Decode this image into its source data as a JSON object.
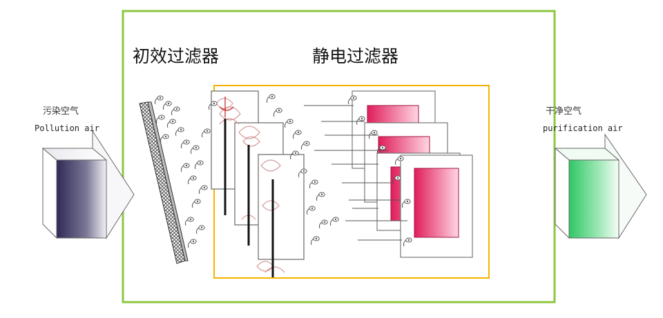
{
  "labels": {
    "primary_filter": "初效过滤器",
    "electrostatic_filter": "静电过滤器",
    "inlet_cn": "污染空气",
    "inlet_en": "Pollution air",
    "outlet_cn": "干净空气",
    "outlet_en": "purification air"
  },
  "colors": {
    "outer_frame": "#8cc63f",
    "electrostatic_frame": "#f5b300",
    "inlet_arrow_dark": "#3a3560",
    "outlet_arrow": "#3ccf6a",
    "collector_plate": "#e0245e",
    "particle": "#555555"
  },
  "icons": {
    "inlet": "inlet-arrow-icon",
    "outlet": "outlet-arrow-icon",
    "mesh": "mesh-filter-icon",
    "particle": "dust-particle-icon"
  }
}
